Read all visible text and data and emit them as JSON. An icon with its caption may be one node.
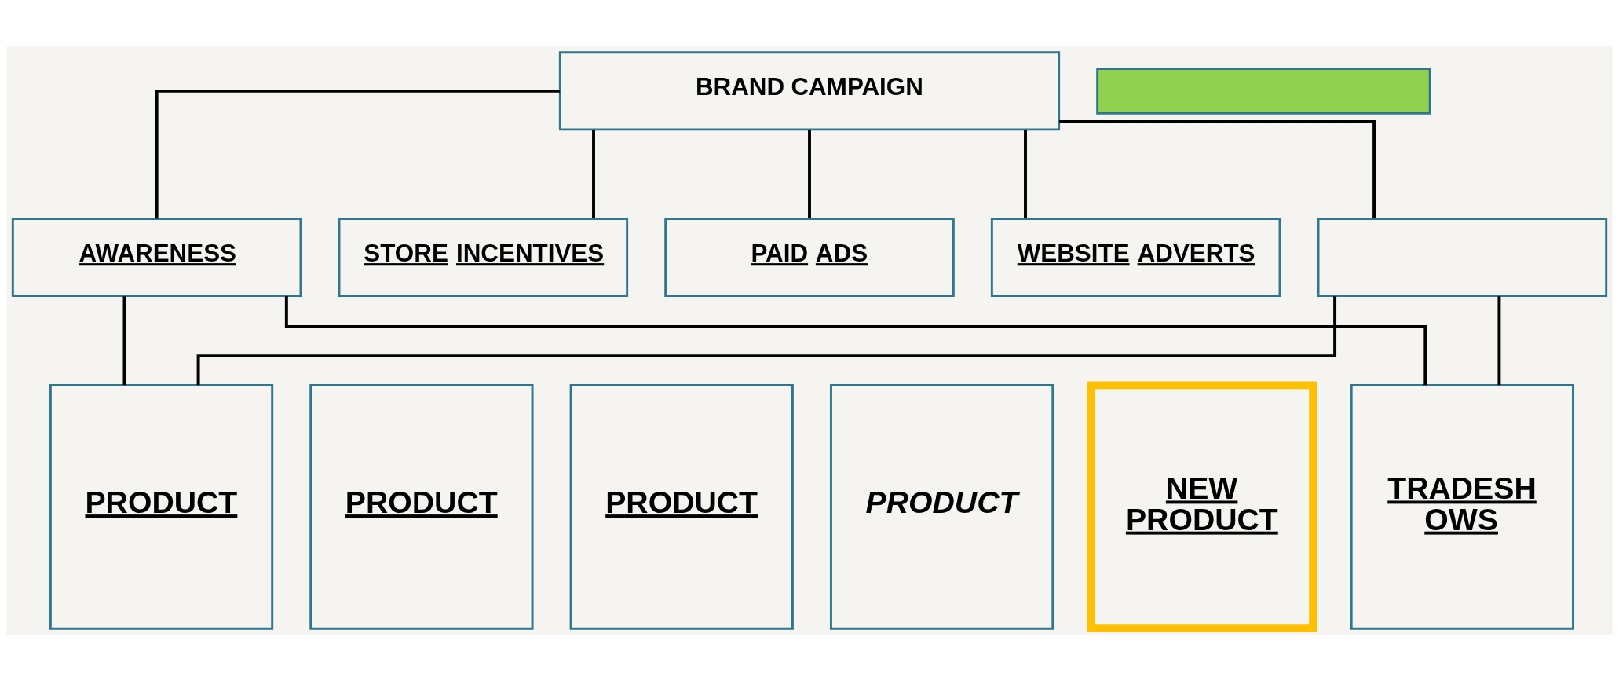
{
  "diagram": {
    "nodes": [
      {
        "text": [
          "BRAND CAMPAIGN"
        ]
      },
      {
        "text": [
          "AWARENESS"
        ]
      },
      {
        "text": [
          "STORE INCENTIVES"
        ]
      },
      {
        "text": [
          "PAID ADS"
        ]
      },
      {
        "text": [
          "WEBSITE ADVERTS"
        ]
      },
      {
        "text": [],
        "shape": "box"
      },
      {
        "text": [
          "PRODUCT"
        ]
      },
      {
        "text": [
          "PRODUCT"
        ]
      },
      {
        "text": [
          "PRODUCT"
        ]
      },
      {
        "text": [
          "PRODUCT"
        ]
      },
      {
        "text": [
          "NEW PRODUCT"
        ]
      },
      {
        "text": [
          "TRADESH OWS"
        ]
      },
      {
        "text": [],
        "shape": "box"
      }
    ],
    "edges": [
      {
        "from": 0,
        "to": 1,
        "arrow": "none"
      },
      {
        "from": 0,
        "to": 2,
        "arrow": "none"
      },
      {
        "from": 0,
        "to": 3,
        "arrow": "none"
      },
      {
        "from": 0,
        "to": 4,
        "arrow": "none"
      },
      {
        "from": 0,
        "to": 5,
        "arrow": "none"
      },
      {
        "from": 1,
        "to": 6,
        "arrow": "none"
      },
      {
        "from": 1,
        "to": 11,
        "arrow": "none"
      },
      {
        "from": 5,
        "to": 6,
        "arrow": "none"
      },
      {
        "from": 5,
        "to": 11,
        "arrow": "none"
      }
    ]
  }
}
